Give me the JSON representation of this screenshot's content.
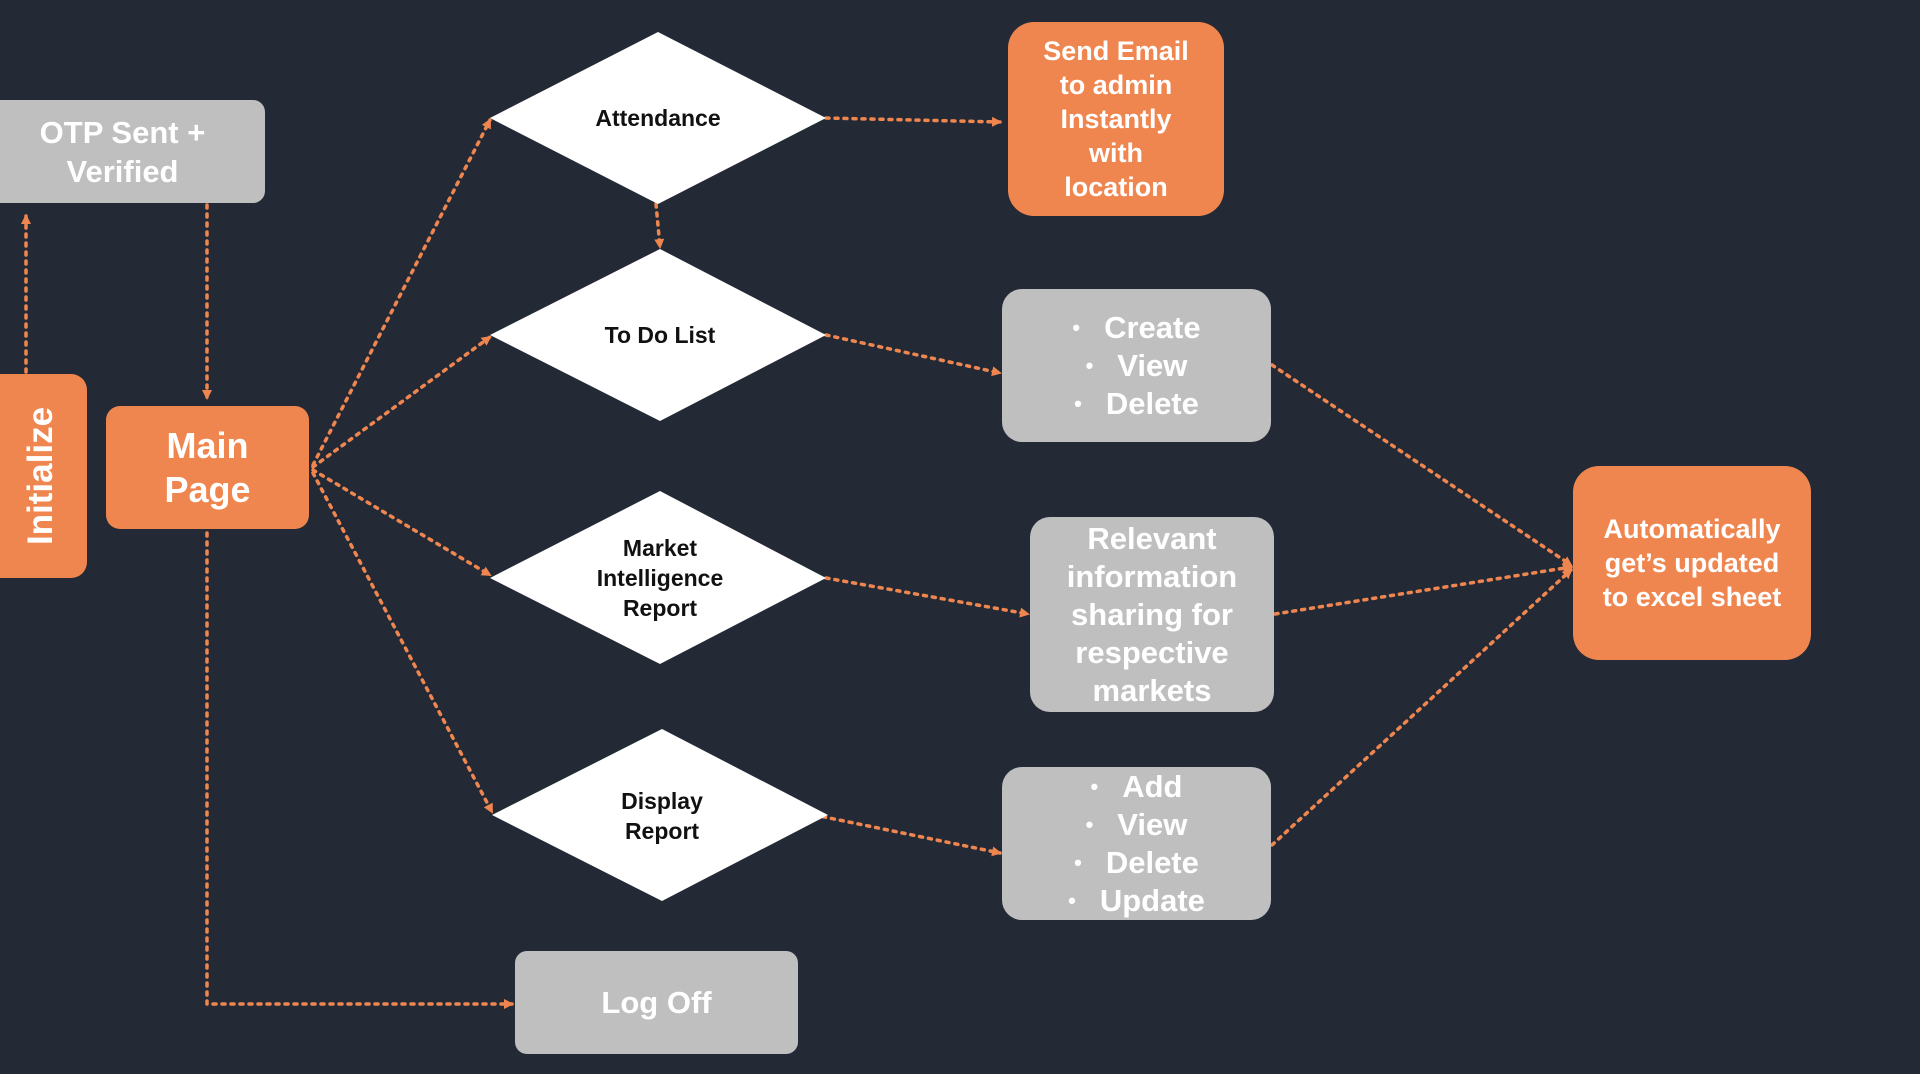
{
  "colors": {
    "background": "#232a35",
    "accent": "#f0864f",
    "neutral": "#bfbfbf",
    "decision": "#ffffff"
  },
  "nodes": {
    "otp": {
      "lines": [
        "OTP Sent +",
        "Verified"
      ]
    },
    "initialize": {
      "label": "Initialize"
    },
    "main_page": {
      "lines": [
        "Main",
        "Page"
      ]
    },
    "attendance": {
      "lines": [
        "Attendance"
      ]
    },
    "todo": {
      "lines": [
        "To Do List"
      ]
    },
    "market": {
      "lines": [
        "Market",
        "Intelligence",
        "Report"
      ]
    },
    "display": {
      "lines": [
        "Display",
        "Report"
      ]
    },
    "send_email": {
      "lines": [
        "Send Email",
        "to admin",
        "Instantly",
        "with",
        "location"
      ]
    },
    "todo_actions": {
      "items": [
        "Create",
        "View",
        "Delete"
      ]
    },
    "market_info": {
      "lines": [
        "Relevant",
        "information",
        "sharing for",
        "respective",
        "markets"
      ]
    },
    "display_actions": {
      "items": [
        "Add",
        "View",
        "Delete",
        "Update"
      ]
    },
    "excel": {
      "lines": [
        "Automatically",
        "get’s updated",
        "to excel sheet"
      ]
    },
    "log_off": {
      "label": "Log Off"
    }
  }
}
